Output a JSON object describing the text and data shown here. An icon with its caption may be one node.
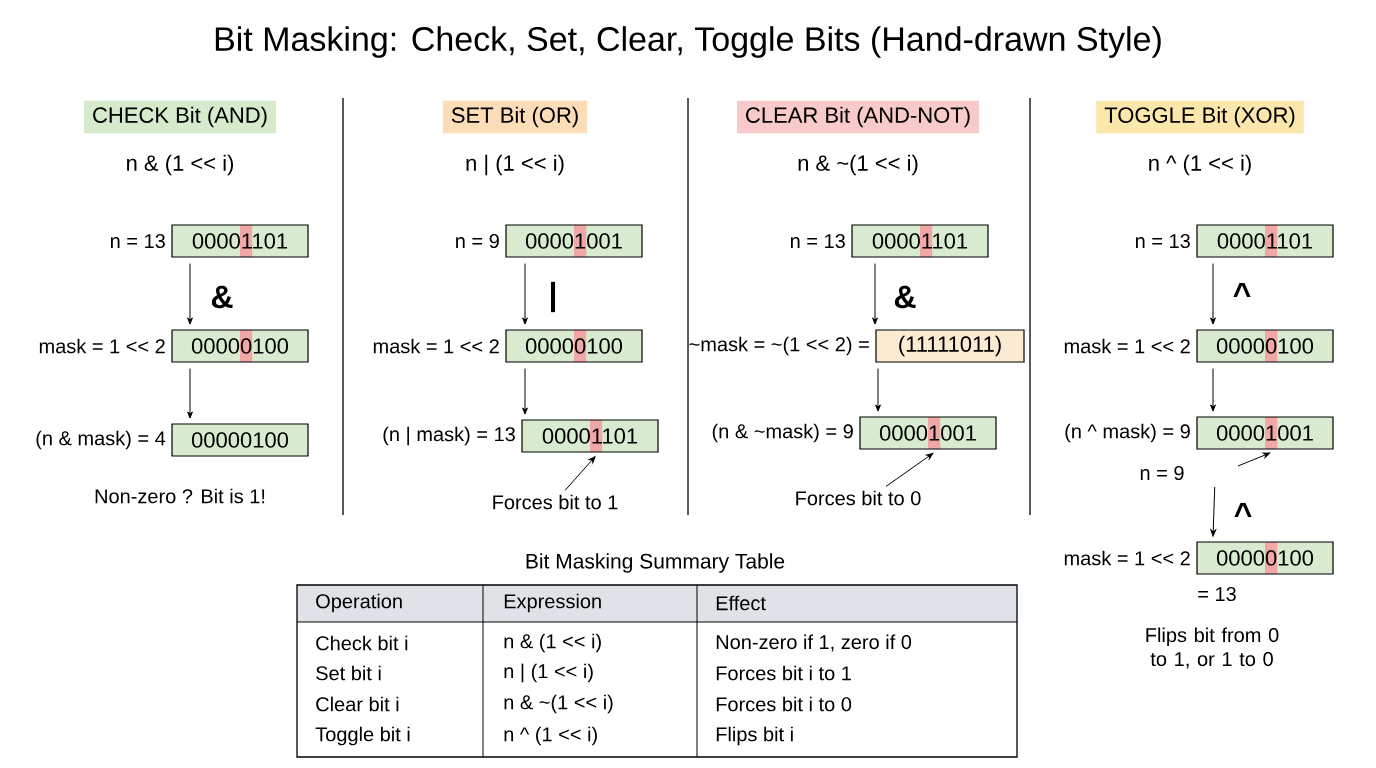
{
  "diagram": {
    "title": "Bit Masking: Check, Set, Clear, Toggle Bits (Hand-drawn Style)",
    "nodes": [
      {
        "text": [
          "CHECK Bit (AND)"
        ]
      },
      {
        "text": [
          "00001101"
        ],
        "beside": [
          "n = 13"
        ]
      },
      {
        "text": [
          "00000100"
        ],
        "beside": [
          "mask = 1 << 2"
        ]
      },
      {
        "text": [
          "00000100"
        ],
        "beside": [
          "(n & mask) = 4"
        ]
      },
      {
        "text": [
          "SET Bit (OR)"
        ]
      },
      {
        "text": [
          "00001001"
        ],
        "beside": [
          "n = 9"
        ]
      },
      {
        "text": [
          "00000100"
        ],
        "beside": [
          "mask = 1 << 2"
        ]
      },
      {
        "text": [
          "00001101"
        ],
        "beside": [
          "(n | mask) = 13"
        ]
      },
      {
        "text": [
          "Forces bit to 1"
        ]
      },
      {
        "text": [
          "CLEAR Bit (AND-NOT)"
        ]
      },
      {
        "text": [
          "00001101"
        ],
        "beside": [
          "n = 13"
        ]
      },
      {
        "text": [
          "(11111011)"
        ],
        "beside": [
          "~mask = ~(1 << 2) ="
        ]
      },
      {
        "text": [
          "00001001"
        ],
        "beside": [
          "(n & ~mask) = 9"
        ]
      },
      {
        "text": [
          "Forces bit to 0"
        ]
      },
      {
        "text": [
          "TOGGLE Bit (XOR)"
        ]
      },
      {
        "text": [
          "00001101"
        ],
        "beside": [
          "n = 13"
        ]
      },
      {
        "text": [
          "00000100"
        ],
        "beside": [
          "mask = 1 << 2"
        ]
      },
      {
        "text": [
          "00001001"
        ],
        "beside": [
          "(n ^ mask) = 9"
        ]
      },
      {
        "text": [
          "n = 9"
        ]
      },
      {
        "text": [
          "00000100"
        ],
        "beside": [
          "mask = 1 << 2"
        ]
      }
    ],
    "edges": [
      {
        "from": 1,
        "to": 2,
        "arrow": "to",
        "label": "&"
      },
      {
        "from": 2,
        "to": 3,
        "arrow": "to"
      },
      {
        "from": 5,
        "to": 6,
        "arrow": "to",
        "label": "|"
      },
      {
        "from": 6,
        "to": 7,
        "arrow": "to"
      },
      {
        "from": 8,
        "to": 7,
        "arrow": "to"
      },
      {
        "from": 10,
        "to": 11,
        "arrow": "to",
        "label": "&"
      },
      {
        "from": 11,
        "to": 12,
        "arrow": "to"
      },
      {
        "from": 13,
        "to": 12,
        "arrow": "to"
      },
      {
        "from": 15,
        "to": 16,
        "arrow": "to",
        "label": "^"
      },
      {
        "from": 16,
        "to": 17,
        "arrow": "to"
      },
      {
        "from": 18,
        "to": 19,
        "arrow": "to",
        "label": "^"
      },
      {
        "from": null,
        "to": 17,
        "arrow": "to"
      }
    ],
    "labels": [
      "n & (1 << i)",
      "n | (1 << i)",
      "n & ~(1 << i)",
      "n ^ (1 << i)",
      "Non-zero ? Bit is 1!",
      "= 13",
      "Flips bit from 0 to 1, or 1 to 0",
      "Bit Masking Summary Table",
      "Operation",
      "Expression",
      "Effect",
      "Check bit i",
      "n & (1 << i)",
      "Non-zero if 1, zero if 0",
      "Set bit i",
      "n | (1 << i)",
      "Forces bit i to 1",
      "Clear bit i",
      "n & ~(1 << i)",
      "Forces bit i to 0",
      "Toggle bit i",
      "n ^ (1 << i)",
      "Flips bit i"
    ]
  }
}
